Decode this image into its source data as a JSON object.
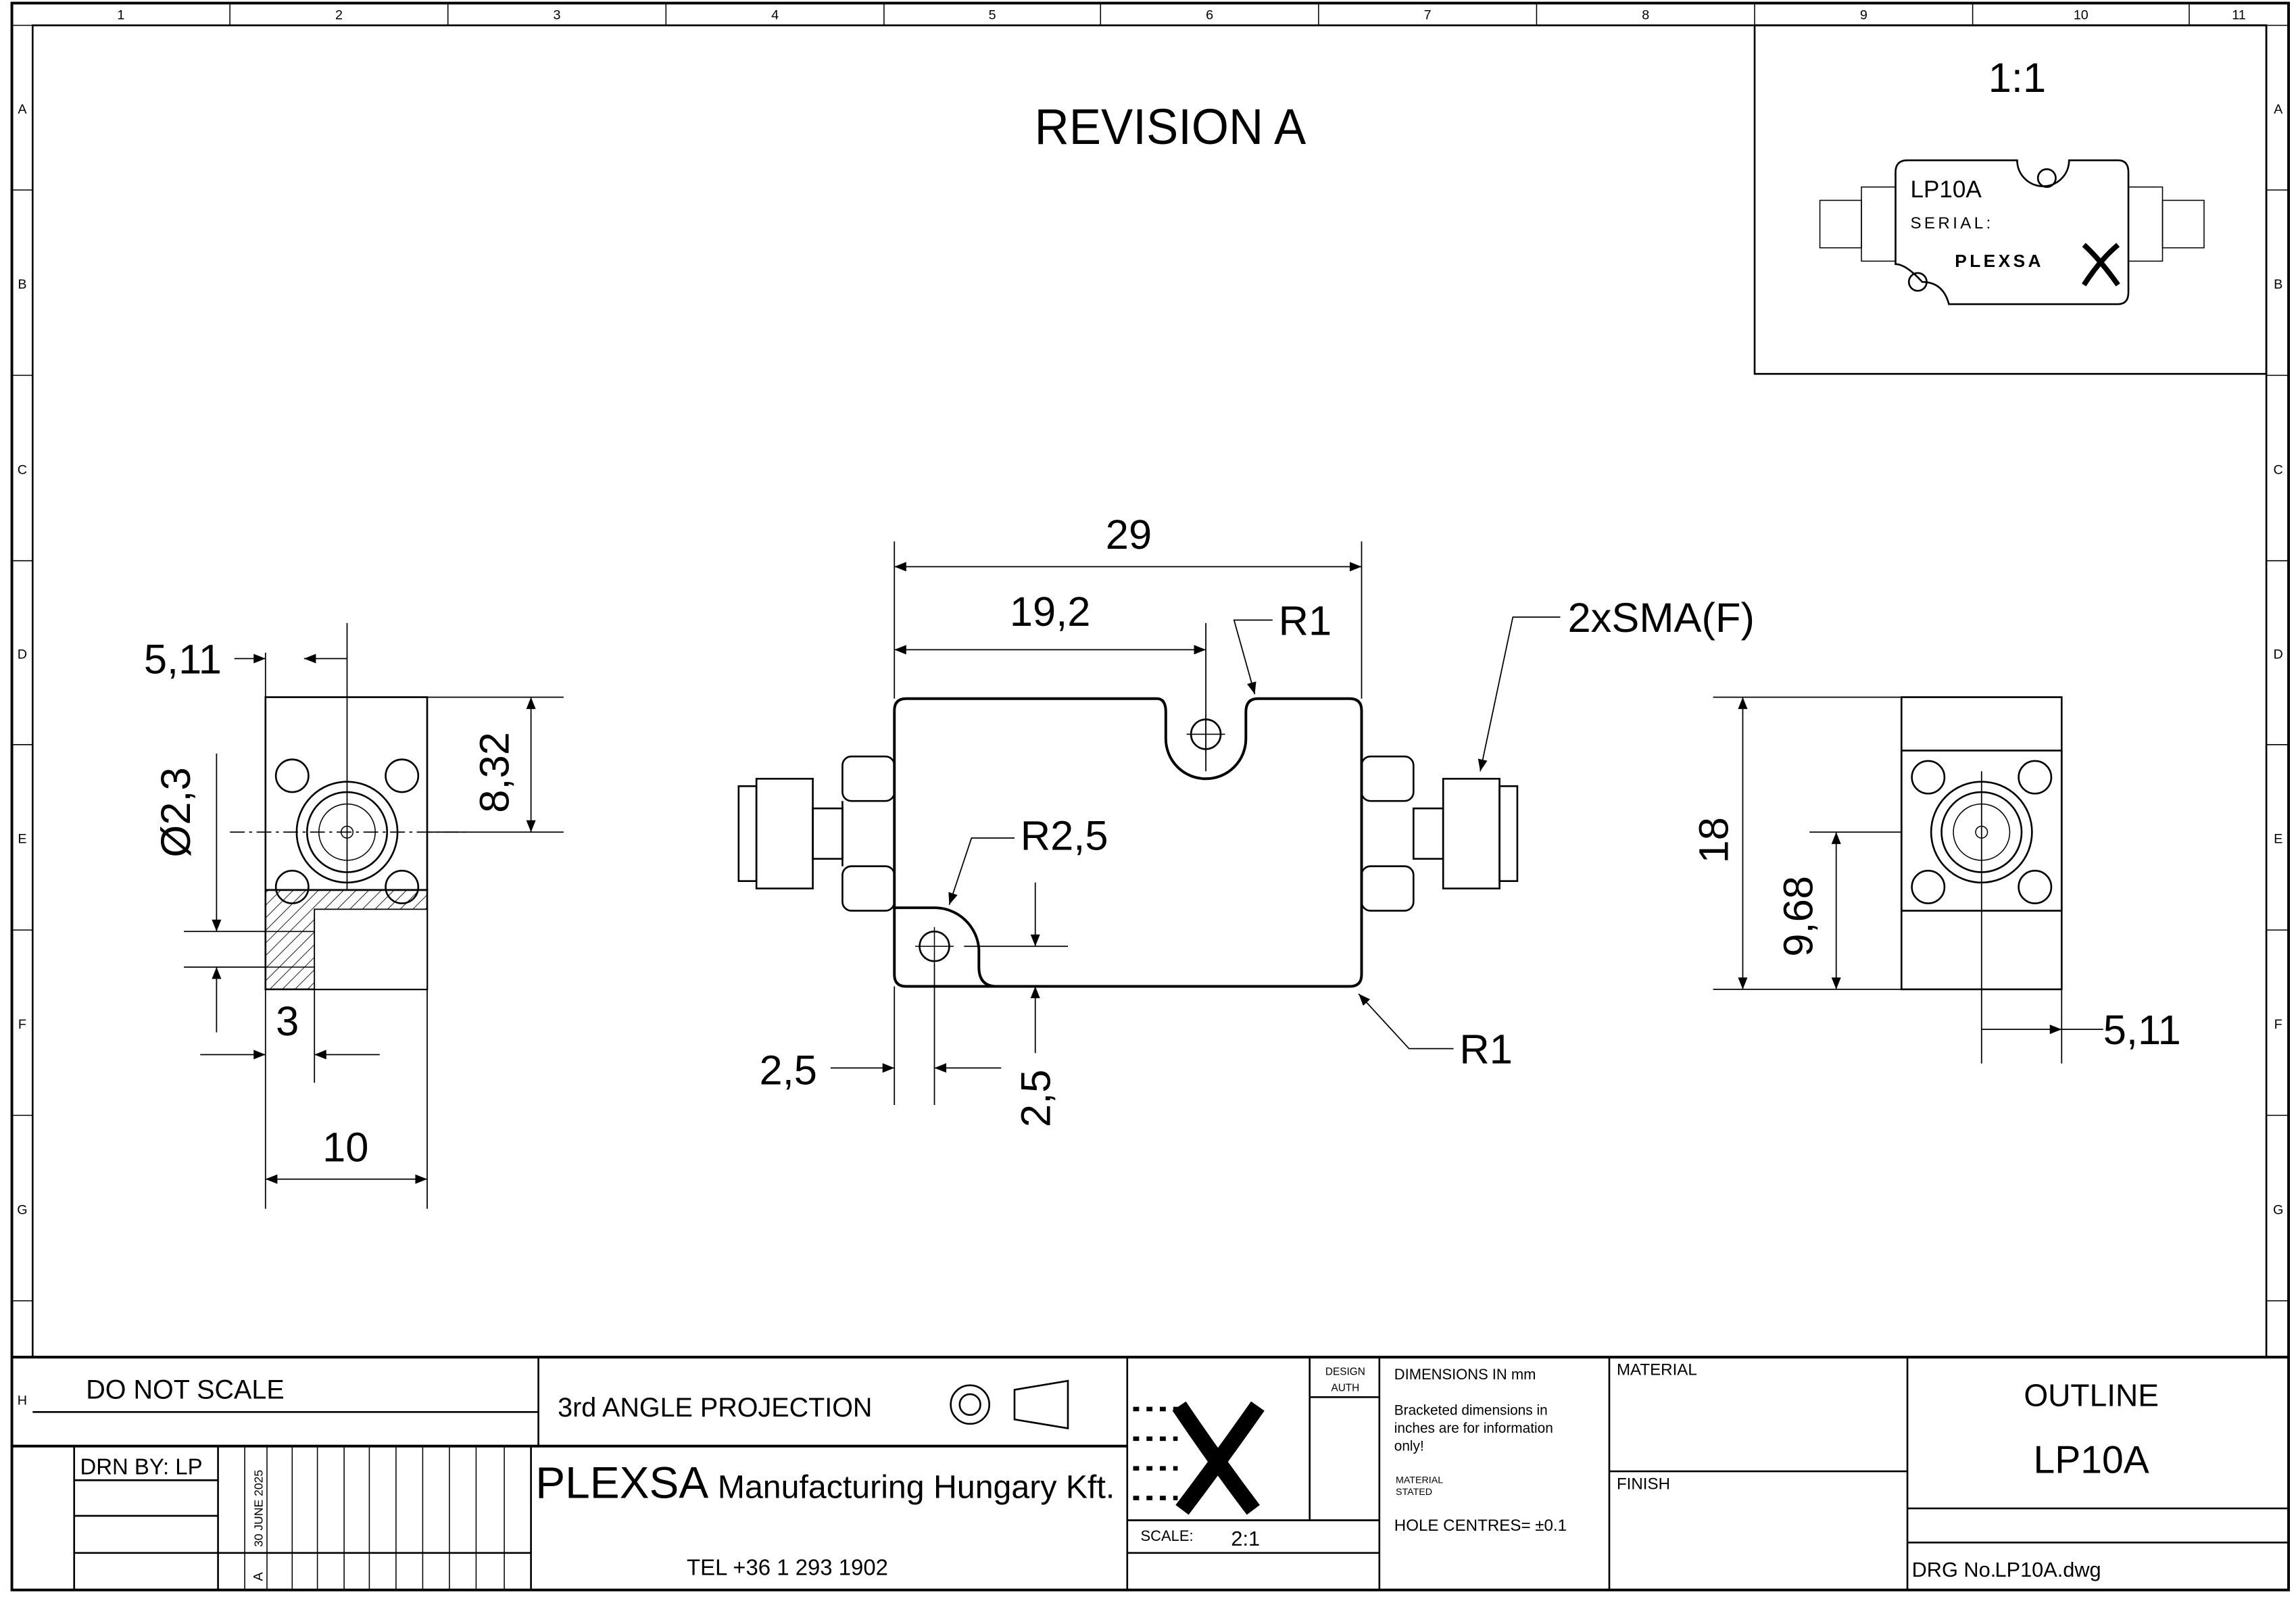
{
  "sheet": {
    "column_labels": [
      "1",
      "2",
      "3",
      "4",
      "5",
      "6",
      "7",
      "8",
      "9",
      "10",
      "11"
    ],
    "row_labels": [
      "A",
      "B",
      "C",
      "D",
      "E",
      "F",
      "G",
      "H"
    ],
    "revision_title": "REVISION A"
  },
  "preview": {
    "scale": "1:1",
    "part_label": "LP10A",
    "serial_label": "SERIAL:",
    "brand": "PLEXSA"
  },
  "dimensions": {
    "overall_length": "29",
    "hole_offset": "19,2",
    "notch_radius_top": "R1",
    "connectors": "2xSMA(F)",
    "corner_radius_hole": "R2,5",
    "hole_x": "2,5",
    "hole_y": "2,5",
    "corner_radius_bottom": "R1",
    "left_center_offset": "5,11",
    "left_height": "8,32",
    "pin_diameter": "Ø2,3",
    "wall": "3",
    "left_width": "10",
    "right_height": "18",
    "right_center_height": "9,68",
    "right_center_offset": "5,11"
  },
  "title_block": {
    "do_not_scale": "DO NOT SCALE",
    "projection": "3rd ANGLE PROJECTION",
    "drawn_by": "DRN BY: LP",
    "revision_date": "30 JUNE 2025",
    "revision_letter": "A",
    "company_main": "PLEXSA",
    "company_rest": " Manufacturing Hungary Kft.",
    "telephone": "TEL +36 1 293 1902",
    "design_auth_1": "DESIGN",
    "design_auth_2": "AUTH",
    "scale_label": "SCALE:",
    "scale_value": "2:1",
    "dims_units": "DIMENSIONS IN mm",
    "bracket_note_1": "Bracketed dimensions in",
    "bracket_note_2": "inches are for information",
    "bracket_note_3": "only!",
    "material_stated_1": "MATERIAL",
    "material_stated_2": "STATED",
    "hole_tolerance": "HOLE CENTRES= ±0.1",
    "material_label": "MATERIAL",
    "finish_label": "FINISH",
    "drawing_title": "OUTLINE",
    "part_number": "LP10A",
    "drg_label": "DRG No.",
    "drg_file": "LP10A.dwg"
  }
}
